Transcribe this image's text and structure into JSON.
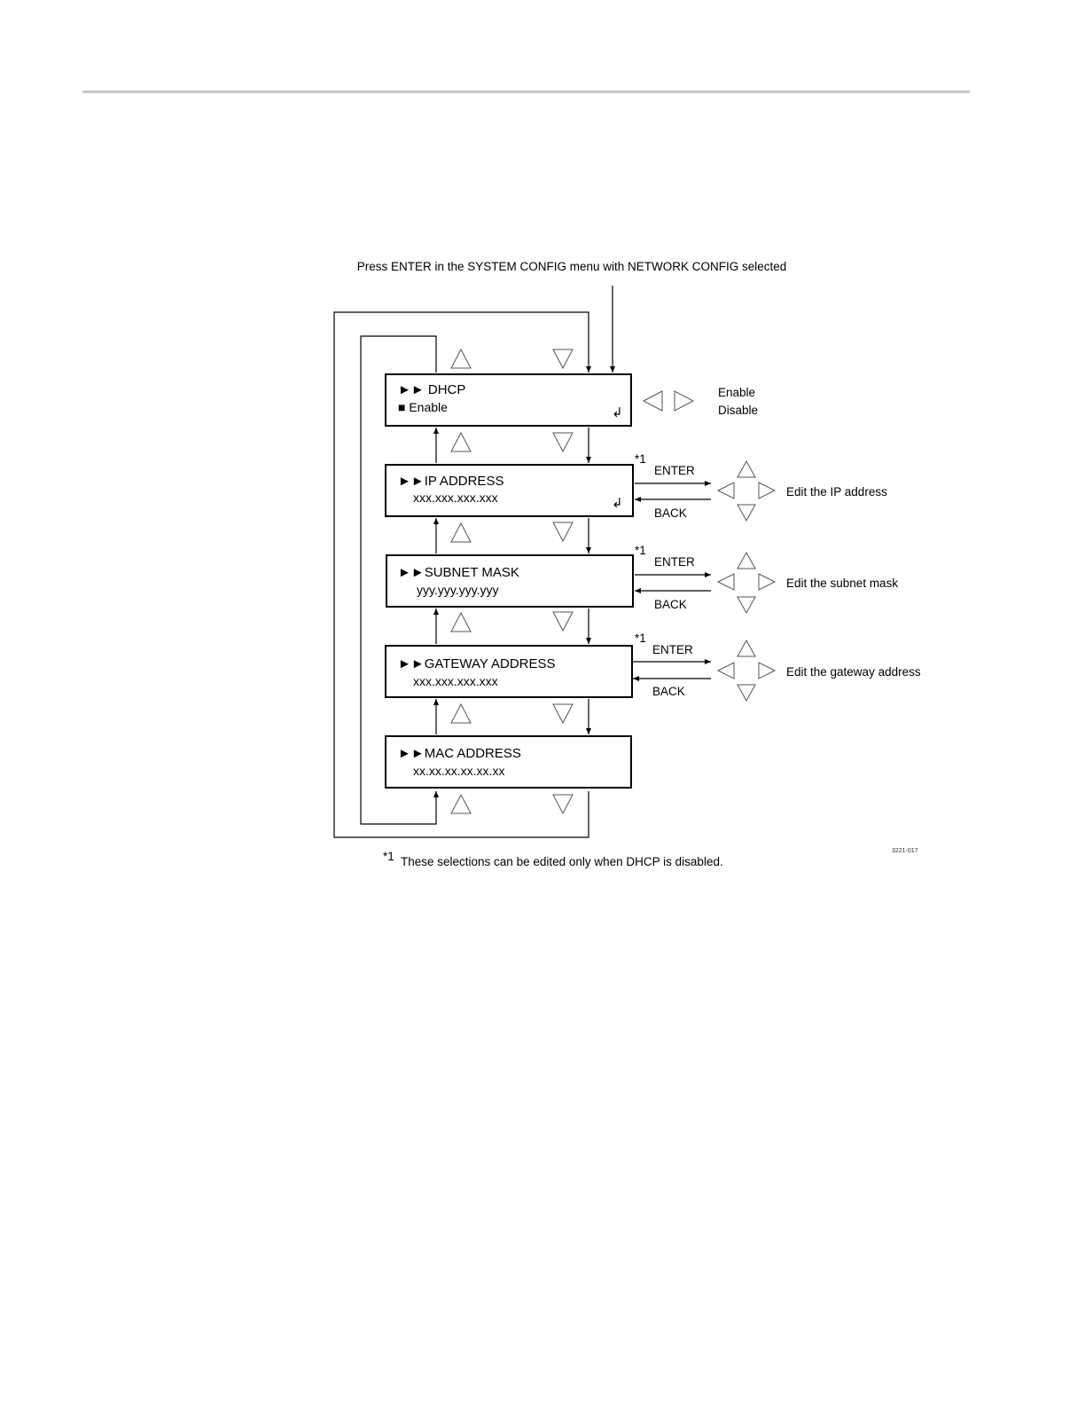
{
  "diagram": {
    "caption_top": "Press ENTER in the SYSTEM CONFIG menu with NETWORK CONFIG selected",
    "menus": [
      {
        "title": "►► DHCP",
        "value": "■ Enable",
        "enter_icon": "↲"
      },
      {
        "title": "►►IP ADDRESS",
        "value": "xxx.xxx.xxx.xxx",
        "enter_icon": "↲"
      },
      {
        "title": "►►SUBNET MASK",
        "value": "yyy.yyy.yyy.yyy"
      },
      {
        "title": "►►GATEWAY ADDRESS",
        "value": "xxx.xxx.xxx.xxx"
      },
      {
        "title": "►►MAC ADDRESS",
        "value": "xx.xx.xx.xx.xx.xx"
      }
    ],
    "dhcp_options": [
      "Enable",
      "Disable"
    ],
    "edit_rows": [
      {
        "marker": "*1",
        "enter": "ENTER",
        "back": "BACK",
        "action": "Edit the IP address"
      },
      {
        "marker": "*1",
        "enter": "ENTER",
        "back": "BACK",
        "action": "Edit the subnet mask"
      },
      {
        "marker": "*1",
        "enter": "ENTER",
        "back": "BACK",
        "action": "Edit the gateway address"
      }
    ],
    "footnote_marker": "*1",
    "footnote": "These selections can be edited only when DHCP is disabled.",
    "figure_id": "3221-017"
  },
  "icons": {
    "up": "up-triangle-icon",
    "down": "down-triangle-icon",
    "left": "left-triangle-icon",
    "right": "right-triangle-icon",
    "enter": "enter-return-icon"
  }
}
